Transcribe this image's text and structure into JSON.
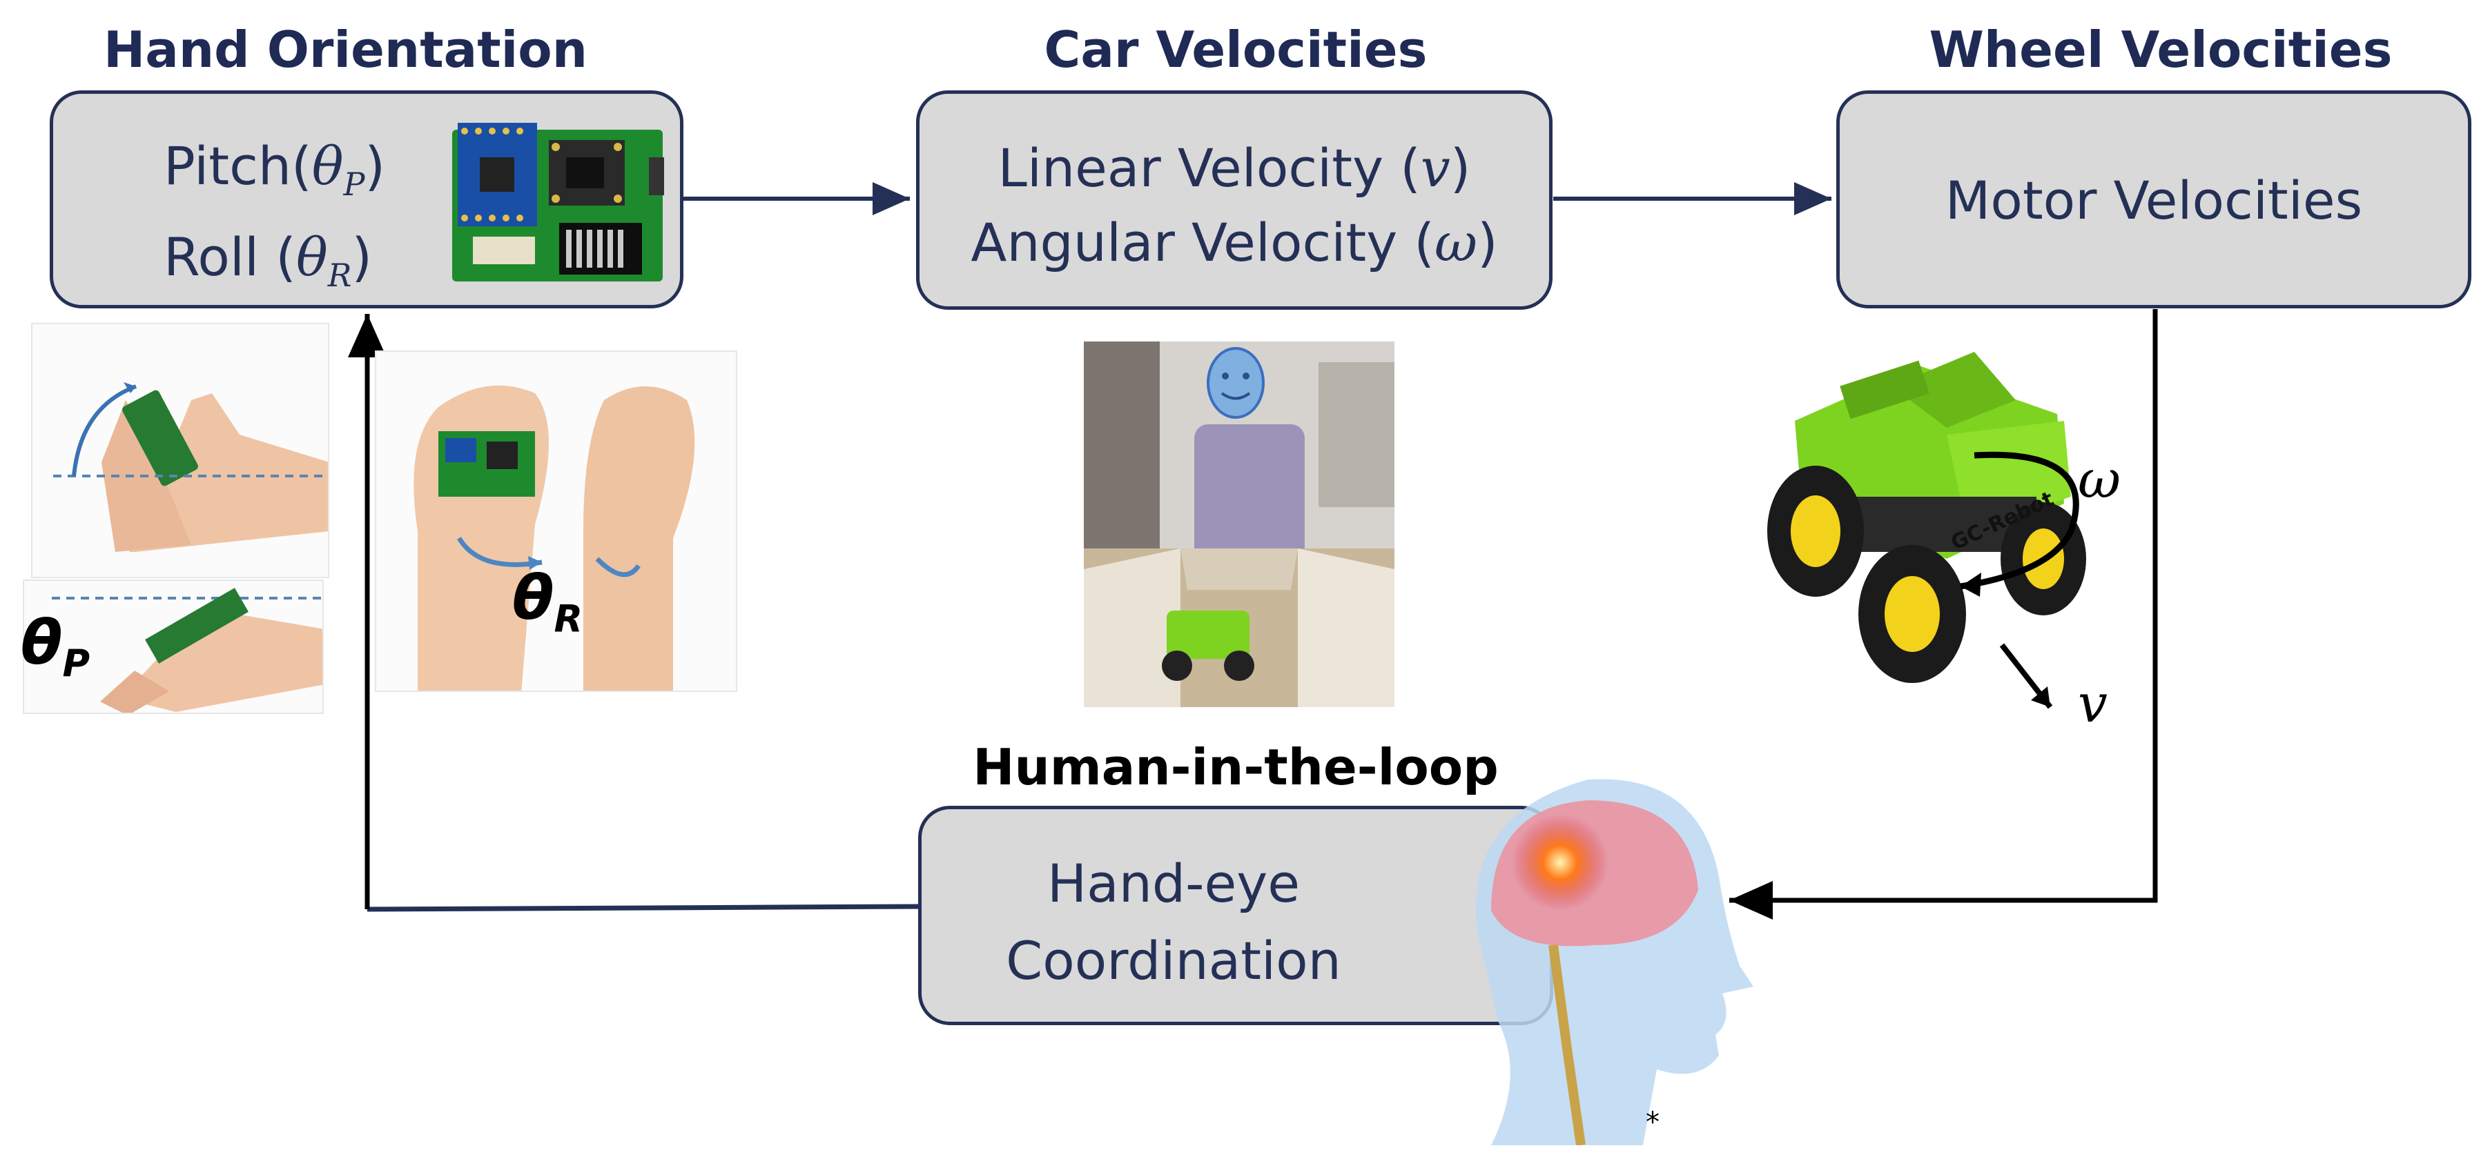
{
  "headers": {
    "hand_orientation": "Hand Orientation",
    "car_velocities": "Car Velocities",
    "wheel_velocities": "Wheel Velocities",
    "human_in_the_loop": "Human-in-the-loop"
  },
  "boxes": {
    "hand": {
      "pitch_text": "Pitch(",
      "pitch_symbol": "θ",
      "pitch_sub": "P",
      "pitch_close": ")",
      "roll_text": "Roll (",
      "roll_symbol": "θ",
      "roll_sub": "R",
      "roll_close": ")"
    },
    "car": {
      "linear_text": "Linear Velocity (",
      "linear_symbol": "v",
      "linear_close": ")",
      "angular_text": "Angular Velocity (",
      "angular_symbol": "ω",
      "angular_close": ")"
    },
    "wheel": {
      "label": "Motor Velocities"
    },
    "human": {
      "line1": "Hand-eye",
      "line2": "Coordination"
    }
  },
  "annotations": {
    "theta_p": "θ",
    "theta_p_sub": "P",
    "theta_r": "θ",
    "theta_r_sub": "R",
    "omega": "ω",
    "v": "v",
    "robot_label": "GC-Rebot",
    "footnote": "*"
  },
  "colors": {
    "box_fill": "#d9d9d9",
    "box_border": "#243056",
    "header_text": "#1f2a55",
    "arrow_blue": "#243056",
    "arrow_black": "#000000",
    "robot_green": "#7ed321"
  }
}
